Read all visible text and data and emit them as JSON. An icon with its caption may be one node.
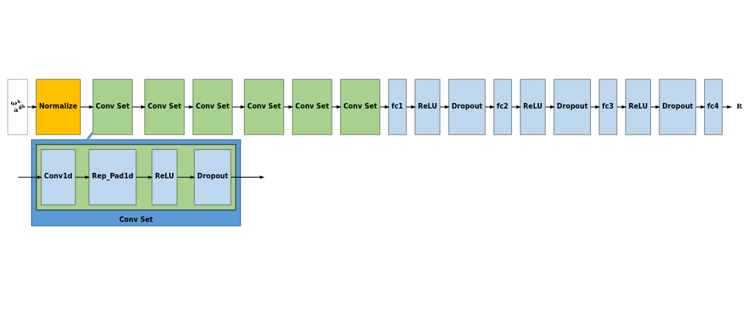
{
  "diagram": {
    "nodes": [
      {
        "text": [
          "ω$^{b}$$_{ib}$",
          "a$^{b}$"
        ]
      },
      {
        "text": [
          "Normalize"
        ]
      },
      {
        "text": [
          "Conv Set"
        ]
      },
      {
        "text": [
          "Conv Set"
        ]
      },
      {
        "text": [
          "Conv Set"
        ]
      },
      {
        "text": [
          "Conv Set"
        ]
      },
      {
        "text": [
          "Conv Set"
        ]
      },
      {
        "text": [
          "Conv Set"
        ]
      },
      {
        "text": [
          "fc1"
        ]
      },
      {
        "text": [
          "ReLU"
        ]
      },
      {
        "text": [
          "Dropout"
        ]
      },
      {
        "text": [
          "fc2"
        ]
      },
      {
        "text": [
          "ReLU"
        ]
      },
      {
        "text": [
          "Dropout"
        ]
      },
      {
        "text": [
          "fc3"
        ]
      },
      {
        "text": [
          "ReLU"
        ]
      },
      {
        "text": [
          "Dropout"
        ]
      },
      {
        "text": [
          "fc4"
        ]
      },
      {
        "text": [
          "R"
        ]
      },
      {
        "text": [
          "Conv Set"
        ]
      },
      {
        "text": [],
        "shape": "box",
        "in": 19
      },
      {
        "text": [
          "Conv1d"
        ],
        "in": 20
      },
      {
        "text": [
          "Rep_Pad1d"
        ],
        "in": 20
      },
      {
        "text": [
          "ReLU"
        ],
        "in": 20
      },
      {
        "text": [
          "Dropout"
        ],
        "in": 20
      }
    ],
    "edges": [
      {
        "from": 0,
        "to": 1,
        "arrow": "to"
      },
      {
        "from": 1,
        "to": 2,
        "arrow": "to"
      },
      {
        "from": 2,
        "to": 3,
        "arrow": "to"
      },
      {
        "from": 3,
        "to": 4,
        "arrow": "to"
      },
      {
        "from": 4,
        "to": 5,
        "arrow": "to"
      },
      {
        "from": 5,
        "to": 6,
        "arrow": "to"
      },
      {
        "from": 6,
        "to": 7,
        "arrow": "to"
      },
      {
        "from": 7,
        "to": 8,
        "arrow": "to"
      },
      {
        "from": 8,
        "to": 9,
        "arrow": "to"
      },
      {
        "from": 9,
        "to": 10,
        "arrow": "to"
      },
      {
        "from": 10,
        "to": 11,
        "arrow": "to"
      },
      {
        "from": 11,
        "to": 12,
        "arrow": "to"
      },
      {
        "from": 12,
        "to": 13,
        "arrow": "to"
      },
      {
        "from": 13,
        "to": 14,
        "arrow": "to"
      },
      {
        "from": 14,
        "to": 15,
        "arrow": "to"
      },
      {
        "from": 15,
        "to": 16,
        "arrow": "to"
      },
      {
        "from": 16,
        "to": 17,
        "arrow": "to"
      },
      {
        "from": 17,
        "to": 18,
        "arrow": "to"
      },
      {
        "from": 2,
        "to": 19,
        "arrow": "none",
        "style": "thick",
        "color": "#5b9bd5"
      },
      {
        "from": null,
        "to": 21,
        "arrow": "to"
      },
      {
        "from": 21,
        "to": 22,
        "arrow": "to"
      },
      {
        "from": 22,
        "to": 23,
        "arrow": "to"
      },
      {
        "from": 23,
        "to": 24,
        "arrow": "to"
      },
      {
        "from": 24,
        "to": null,
        "arrow": "to"
      }
    ]
  }
}
